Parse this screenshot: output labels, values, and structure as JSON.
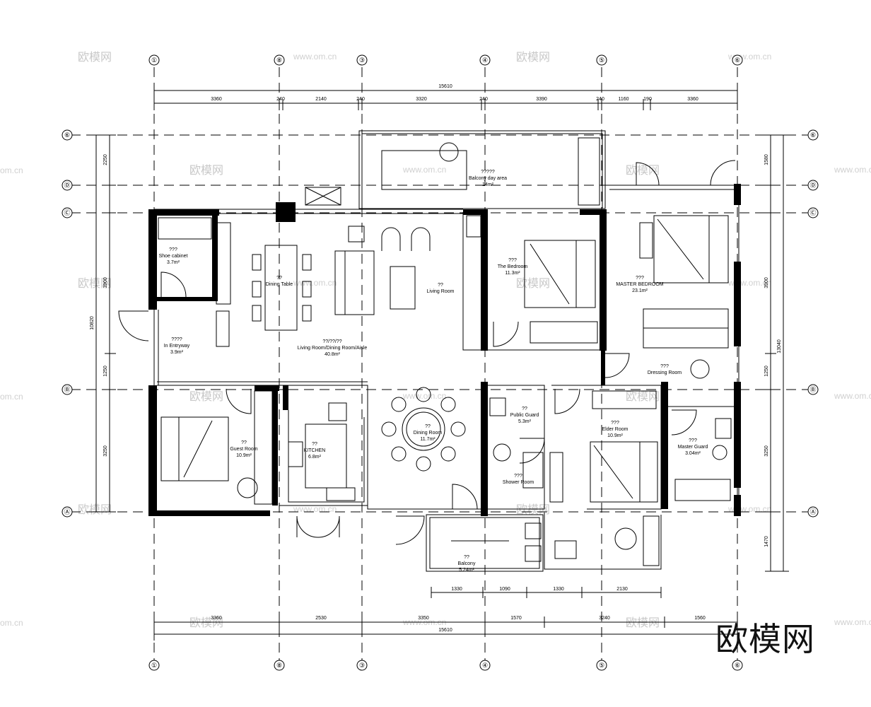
{
  "axes_top": [
    "①",
    "⑧",
    "③",
    "④",
    "⑤",
    "⑥"
  ],
  "axes_left": [
    "⑥",
    "Ⓓ",
    "Ⓒ",
    "Ⓑ",
    "Ⓐ"
  ],
  "top_dims": {
    "overall": "15610",
    "segments": [
      "3360",
      "240",
      "2140",
      "240",
      "3320",
      "240",
      "3390",
      "240",
      "1160",
      "190",
      "3360"
    ]
  },
  "bottom_dims": {
    "overall": "15610",
    "segments": [
      "3360",
      "2530",
      "3350",
      "1570",
      "3240",
      "1560"
    ]
  },
  "bottom_sub_dims": [
    "1330",
    "1090",
    "1330",
    "2130"
  ],
  "left_dims": {
    "overall": "10820",
    "segments": [
      "2250",
      "3900",
      "1250",
      "3250"
    ]
  },
  "right_dims": {
    "overall": "13040",
    "segments": [
      "1580",
      "3900",
      "1250",
      "3250",
      "1470"
    ]
  },
  "rooms": [
    {
      "name": "??\nLiving Room",
      "area": ""
    },
    {
      "name": "?????\nBalcony day area",
      "area": "14m²"
    },
    {
      "name": "??\nDining Room",
      "area": "11.7m²"
    },
    {
      "name": "???\nShoe cabinet",
      "area": "3.7m²"
    },
    {
      "name": "????\nIn Entryway",
      "area": "3.9m²"
    },
    {
      "name": "??/??/??\nLiving Room/Dining Room/Aisle",
      "area": "40.8m²"
    },
    {
      "name": "??\nKITCHEN",
      "area": "6.8m²"
    },
    {
      "name": "??\nGuest Room",
      "area": "10.9m²"
    },
    {
      "name": "???\nThe Bedroom",
      "area": "11.3m²"
    },
    {
      "name": "???\nMASTER BEDROOM",
      "area": "23.1m²"
    },
    {
      "name": "???\nDressing Room",
      "area": ""
    },
    {
      "name": "??\nPublic Guard",
      "area": "5.3m²"
    },
    {
      "name": "???\nShower Room",
      "area": ""
    },
    {
      "name": "???\nElder Room",
      "area": "10.9m²"
    },
    {
      "name": "???\nMaster Guard",
      "area": "3.04m²"
    },
    {
      "name": "??\nBalcony",
      "area": "5.24m²"
    },
    {
      "name": "??\nDining Table",
      "area": ""
    }
  ],
  "watermarks": [
    "欧模网",
    "www.om.cn",
    "om.cn"
  ],
  "brand": "欧模网"
}
